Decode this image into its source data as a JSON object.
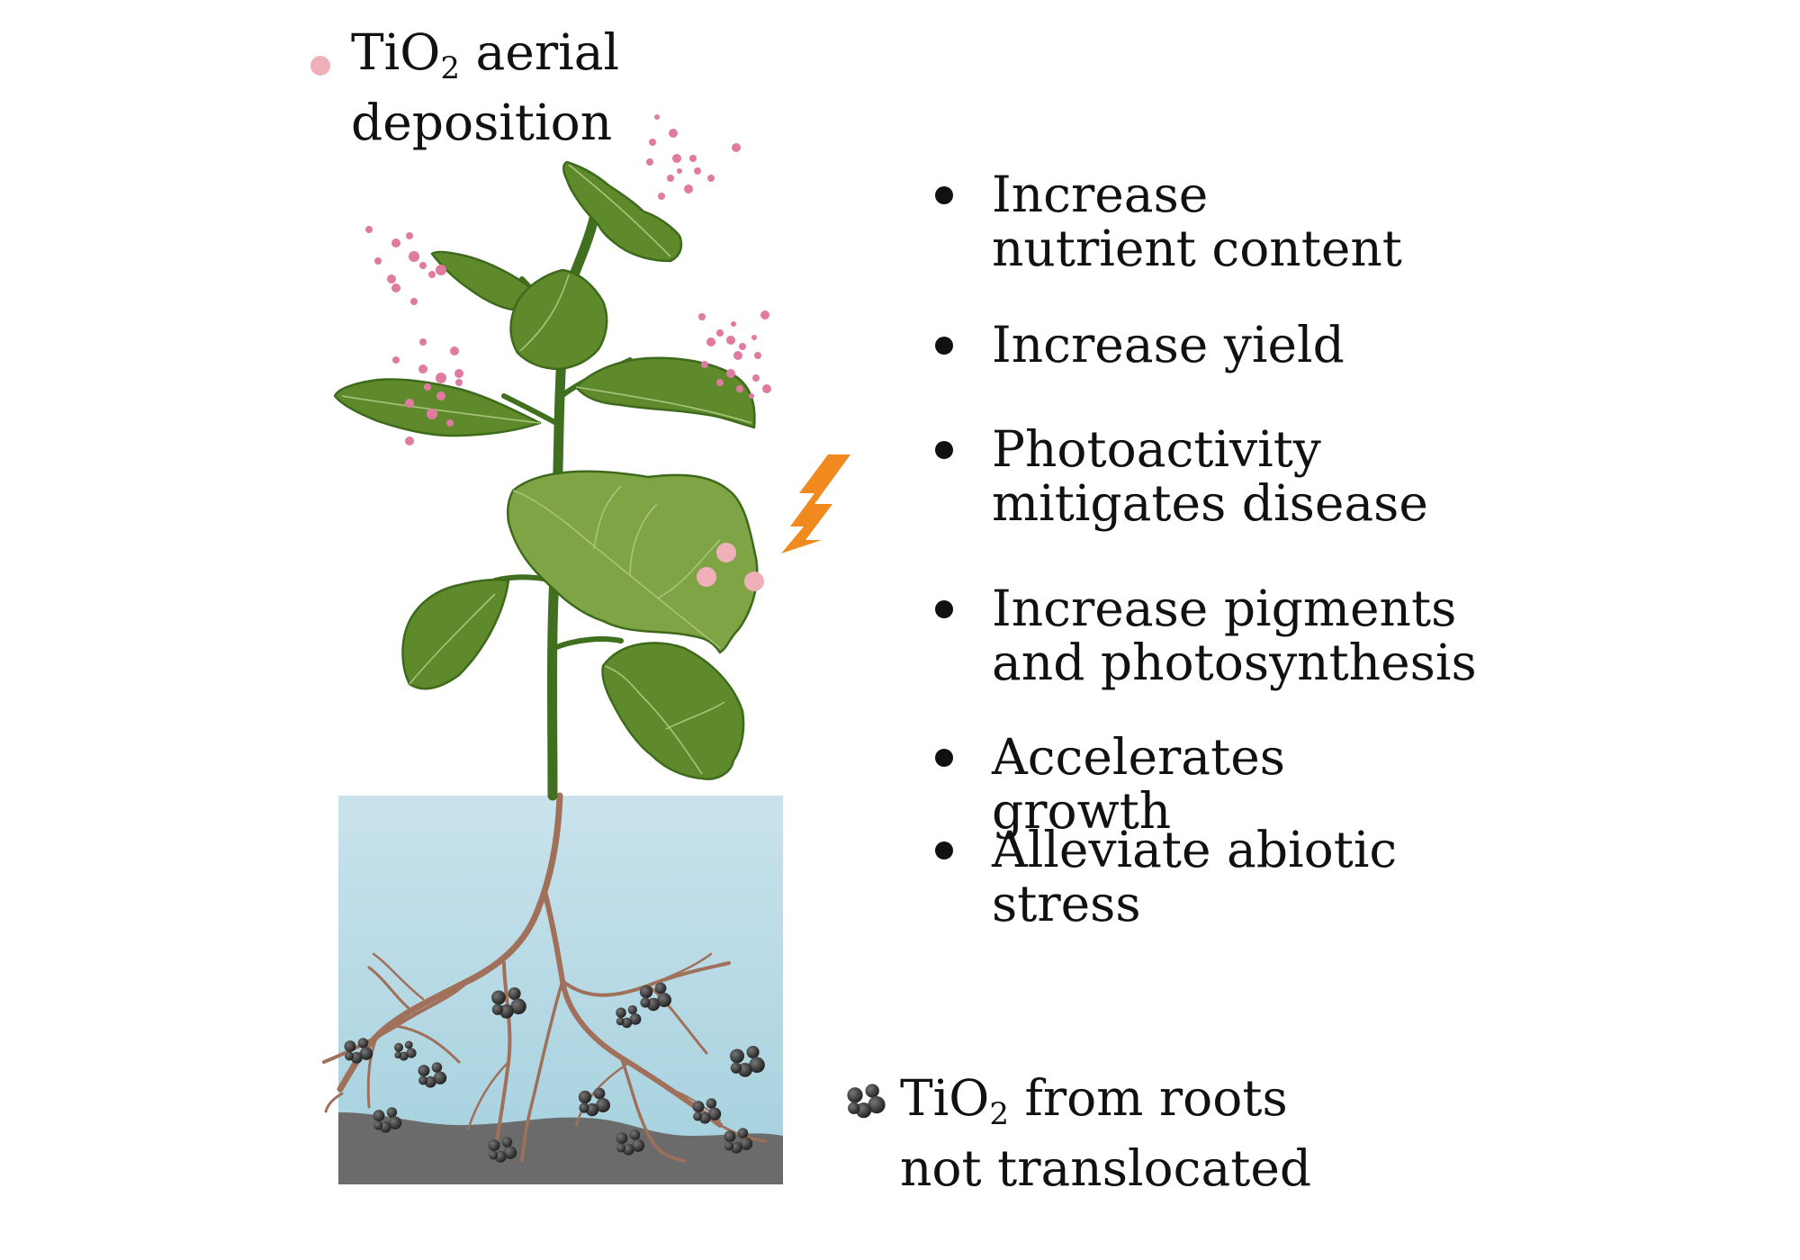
{
  "labels": {
    "aerial": {
      "prefix": "TiO",
      "sub": "2",
      "suffix": " aerial",
      "line2": "deposition"
    },
    "roots": {
      "prefix": "TiO",
      "sub": "2",
      "suffix": " from roots",
      "line2": "not translocated"
    }
  },
  "benefits": [
    {
      "line1": "Increase",
      "line2": "nutrient content"
    },
    {
      "line1": "Increase yield",
      "line2": ""
    },
    {
      "line1": "Photoactivity",
      "line2": "mitigates disease"
    },
    {
      "line1": "Increase pigments",
      "line2": "and photosynthesis"
    },
    {
      "line1": "Accelerates",
      "line2": "growth"
    },
    {
      "line1": "Alleviate abiotic",
      "line2": "stress"
    }
  ],
  "colors": {
    "leaf": "#5e8a2c",
    "leaf_dark": "#3e6a1c",
    "leaf_light": "#7ea446",
    "stem": "#3f6f1f",
    "root": "#a0705a",
    "soil_top": "#c9e3ec",
    "soil_bottom": "#a4d0de",
    "ground": "#6b6b6b",
    "particle_aerial": "#e07aa0",
    "particle_large": "#f0b0b8",
    "particle_root": "#2e2e2e",
    "bolt": "#f08a1e"
  },
  "icons": {
    "aerial_legend": "pink-dot-icon",
    "root_legend": "black-cluster-icon",
    "uv": "lightning-bolt-icon"
  }
}
